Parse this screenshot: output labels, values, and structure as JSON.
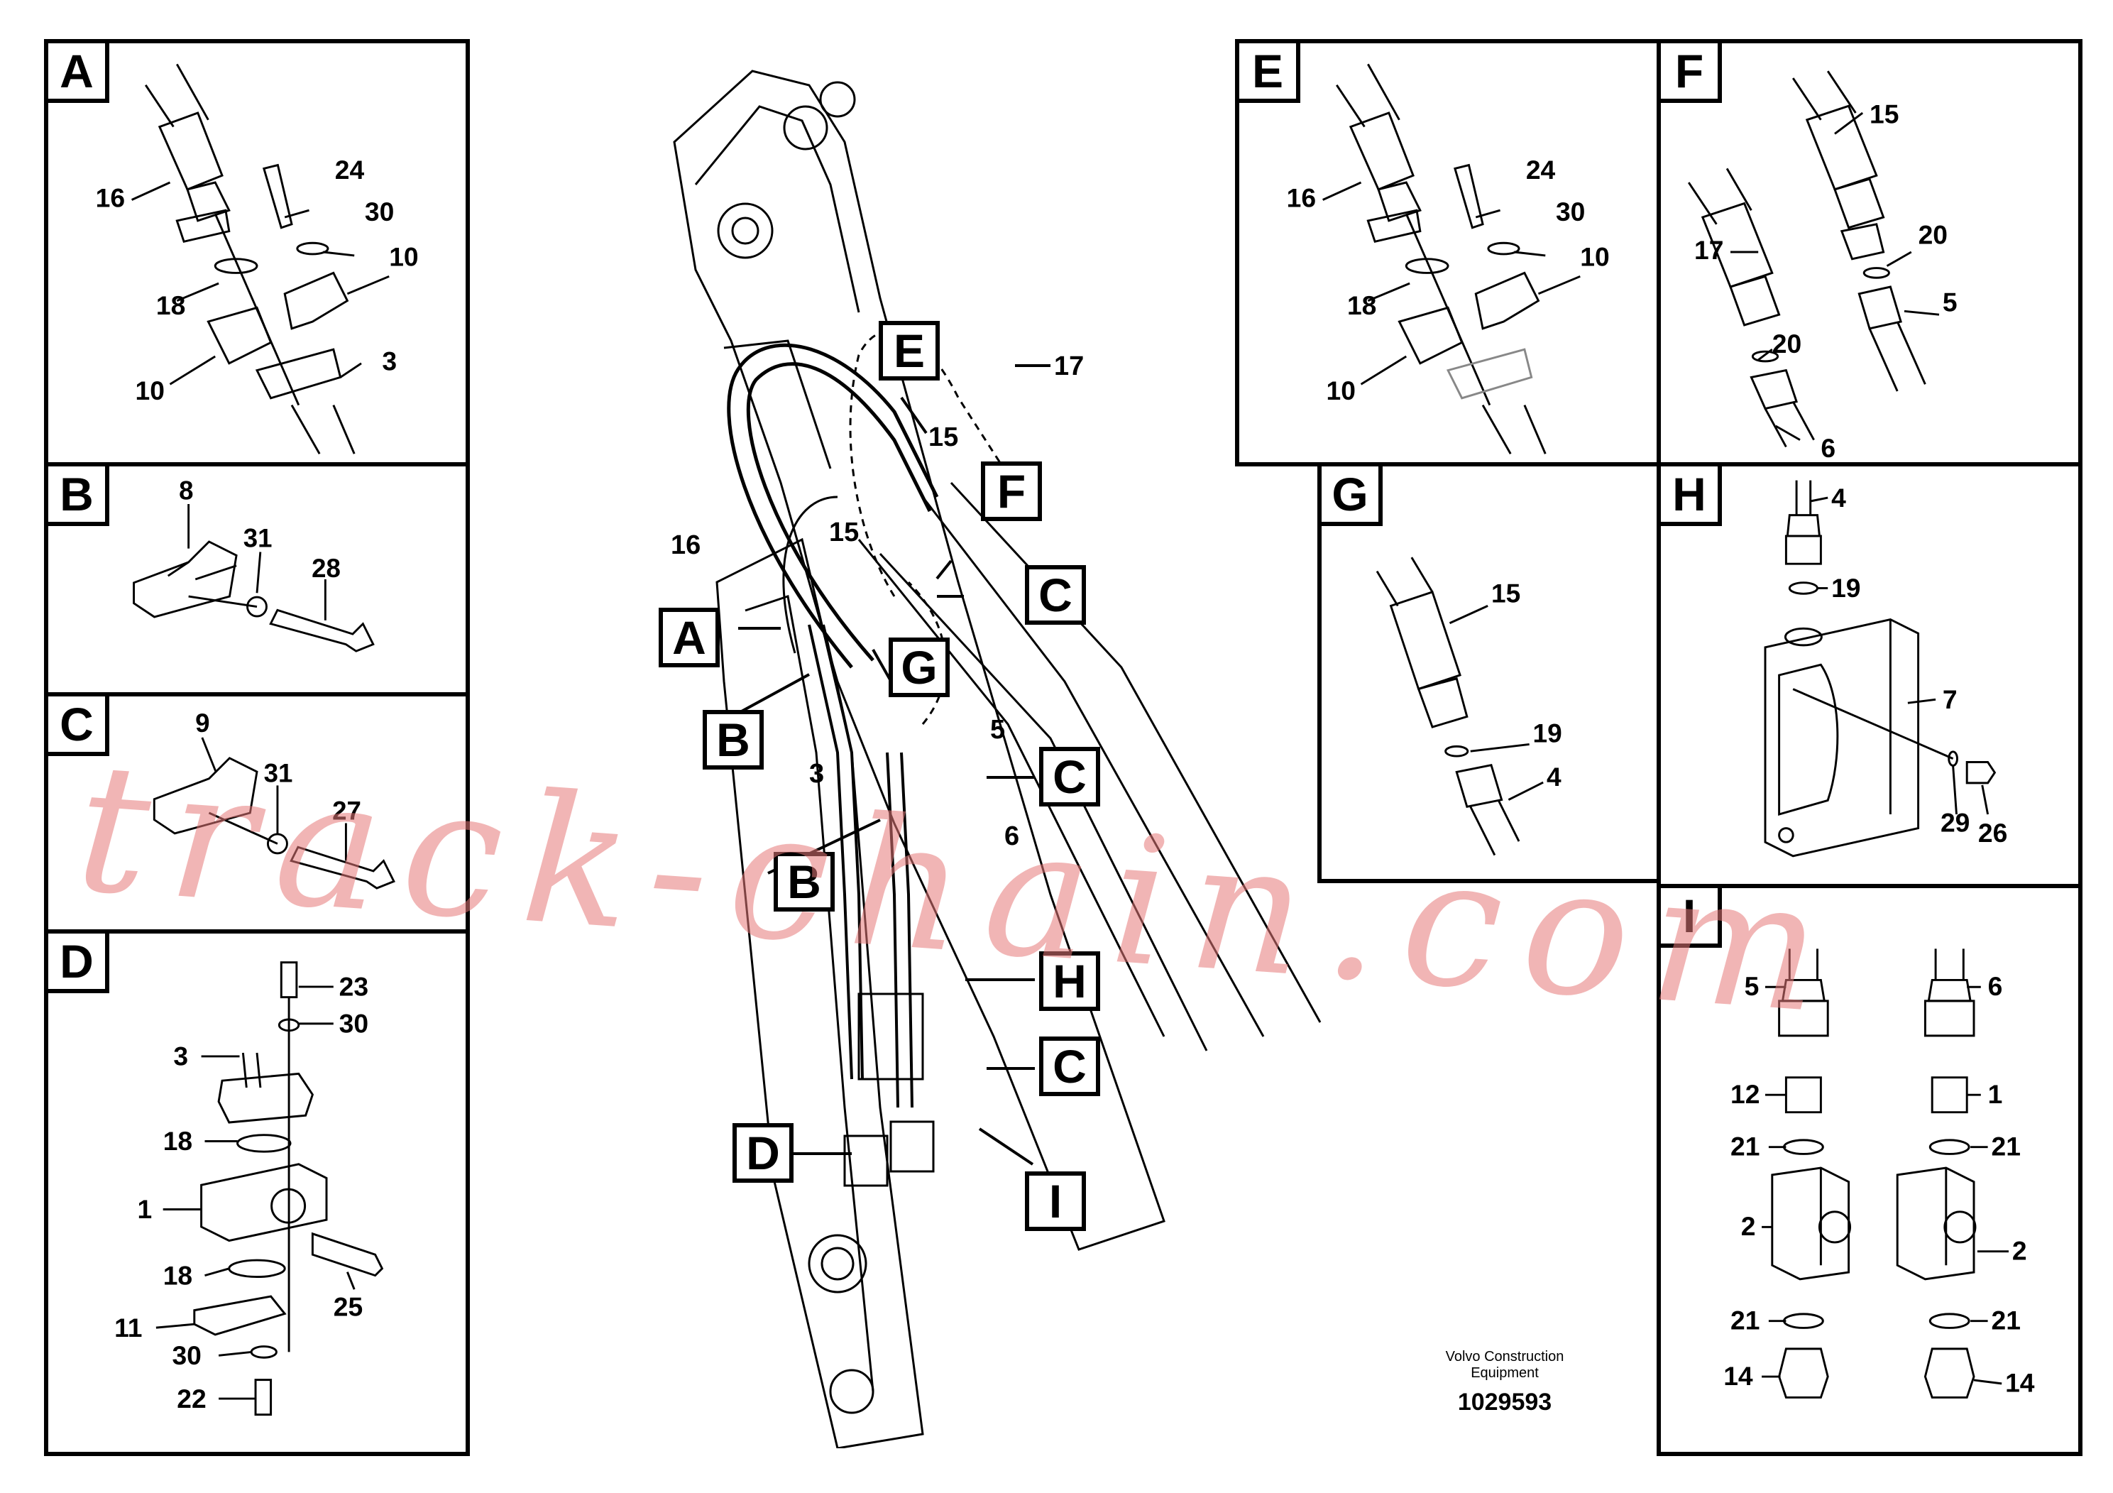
{
  "watermark": "track-chain.com",
  "footer": {
    "maker_line1": "Volvo Construction",
    "maker_line2": "Equipment",
    "drawing_number": "1029593"
  },
  "panels": {
    "A": {
      "letter": "A",
      "labels": [
        "16",
        "24",
        "30",
        "10",
        "18",
        "10",
        "3"
      ]
    },
    "B": {
      "letter": "B",
      "labels": [
        "8",
        "31",
        "28"
      ]
    },
    "C": {
      "letter": "C",
      "labels": [
        "9",
        "31",
        "27"
      ]
    },
    "D": {
      "letter": "D",
      "labels": [
        "23",
        "30",
        "3",
        "18",
        "1",
        "18",
        "25",
        "11",
        "30",
        "22"
      ]
    },
    "E": {
      "letter": "E",
      "labels": [
        "16",
        "24",
        "30",
        "10",
        "18",
        "10"
      ]
    },
    "F": {
      "letter": "F",
      "labels": [
        "15",
        "17",
        "20",
        "20",
        "5",
        "6"
      ]
    },
    "G": {
      "letter": "G",
      "labels": [
        "15",
        "19",
        "4"
      ]
    },
    "H": {
      "letter": "H",
      "labels": [
        "4",
        "19",
        "7",
        "29",
        "26"
      ]
    },
    "I": {
      "letter": "I",
      "labels": [
        "5",
        "6",
        "12",
        "1",
        "21",
        "21",
        "2",
        "2",
        "21",
        "21",
        "14",
        "14"
      ]
    }
  },
  "main": {
    "callouts": [
      "E",
      "F",
      "C",
      "A",
      "G",
      "B",
      "C",
      "B",
      "H",
      "C",
      "D",
      "I"
    ],
    "part_labels": [
      "17",
      "15",
      "16",
      "15",
      "5",
      "3",
      "6"
    ]
  },
  "colors": {
    "line": "#000000",
    "watermark": "#e07878"
  }
}
